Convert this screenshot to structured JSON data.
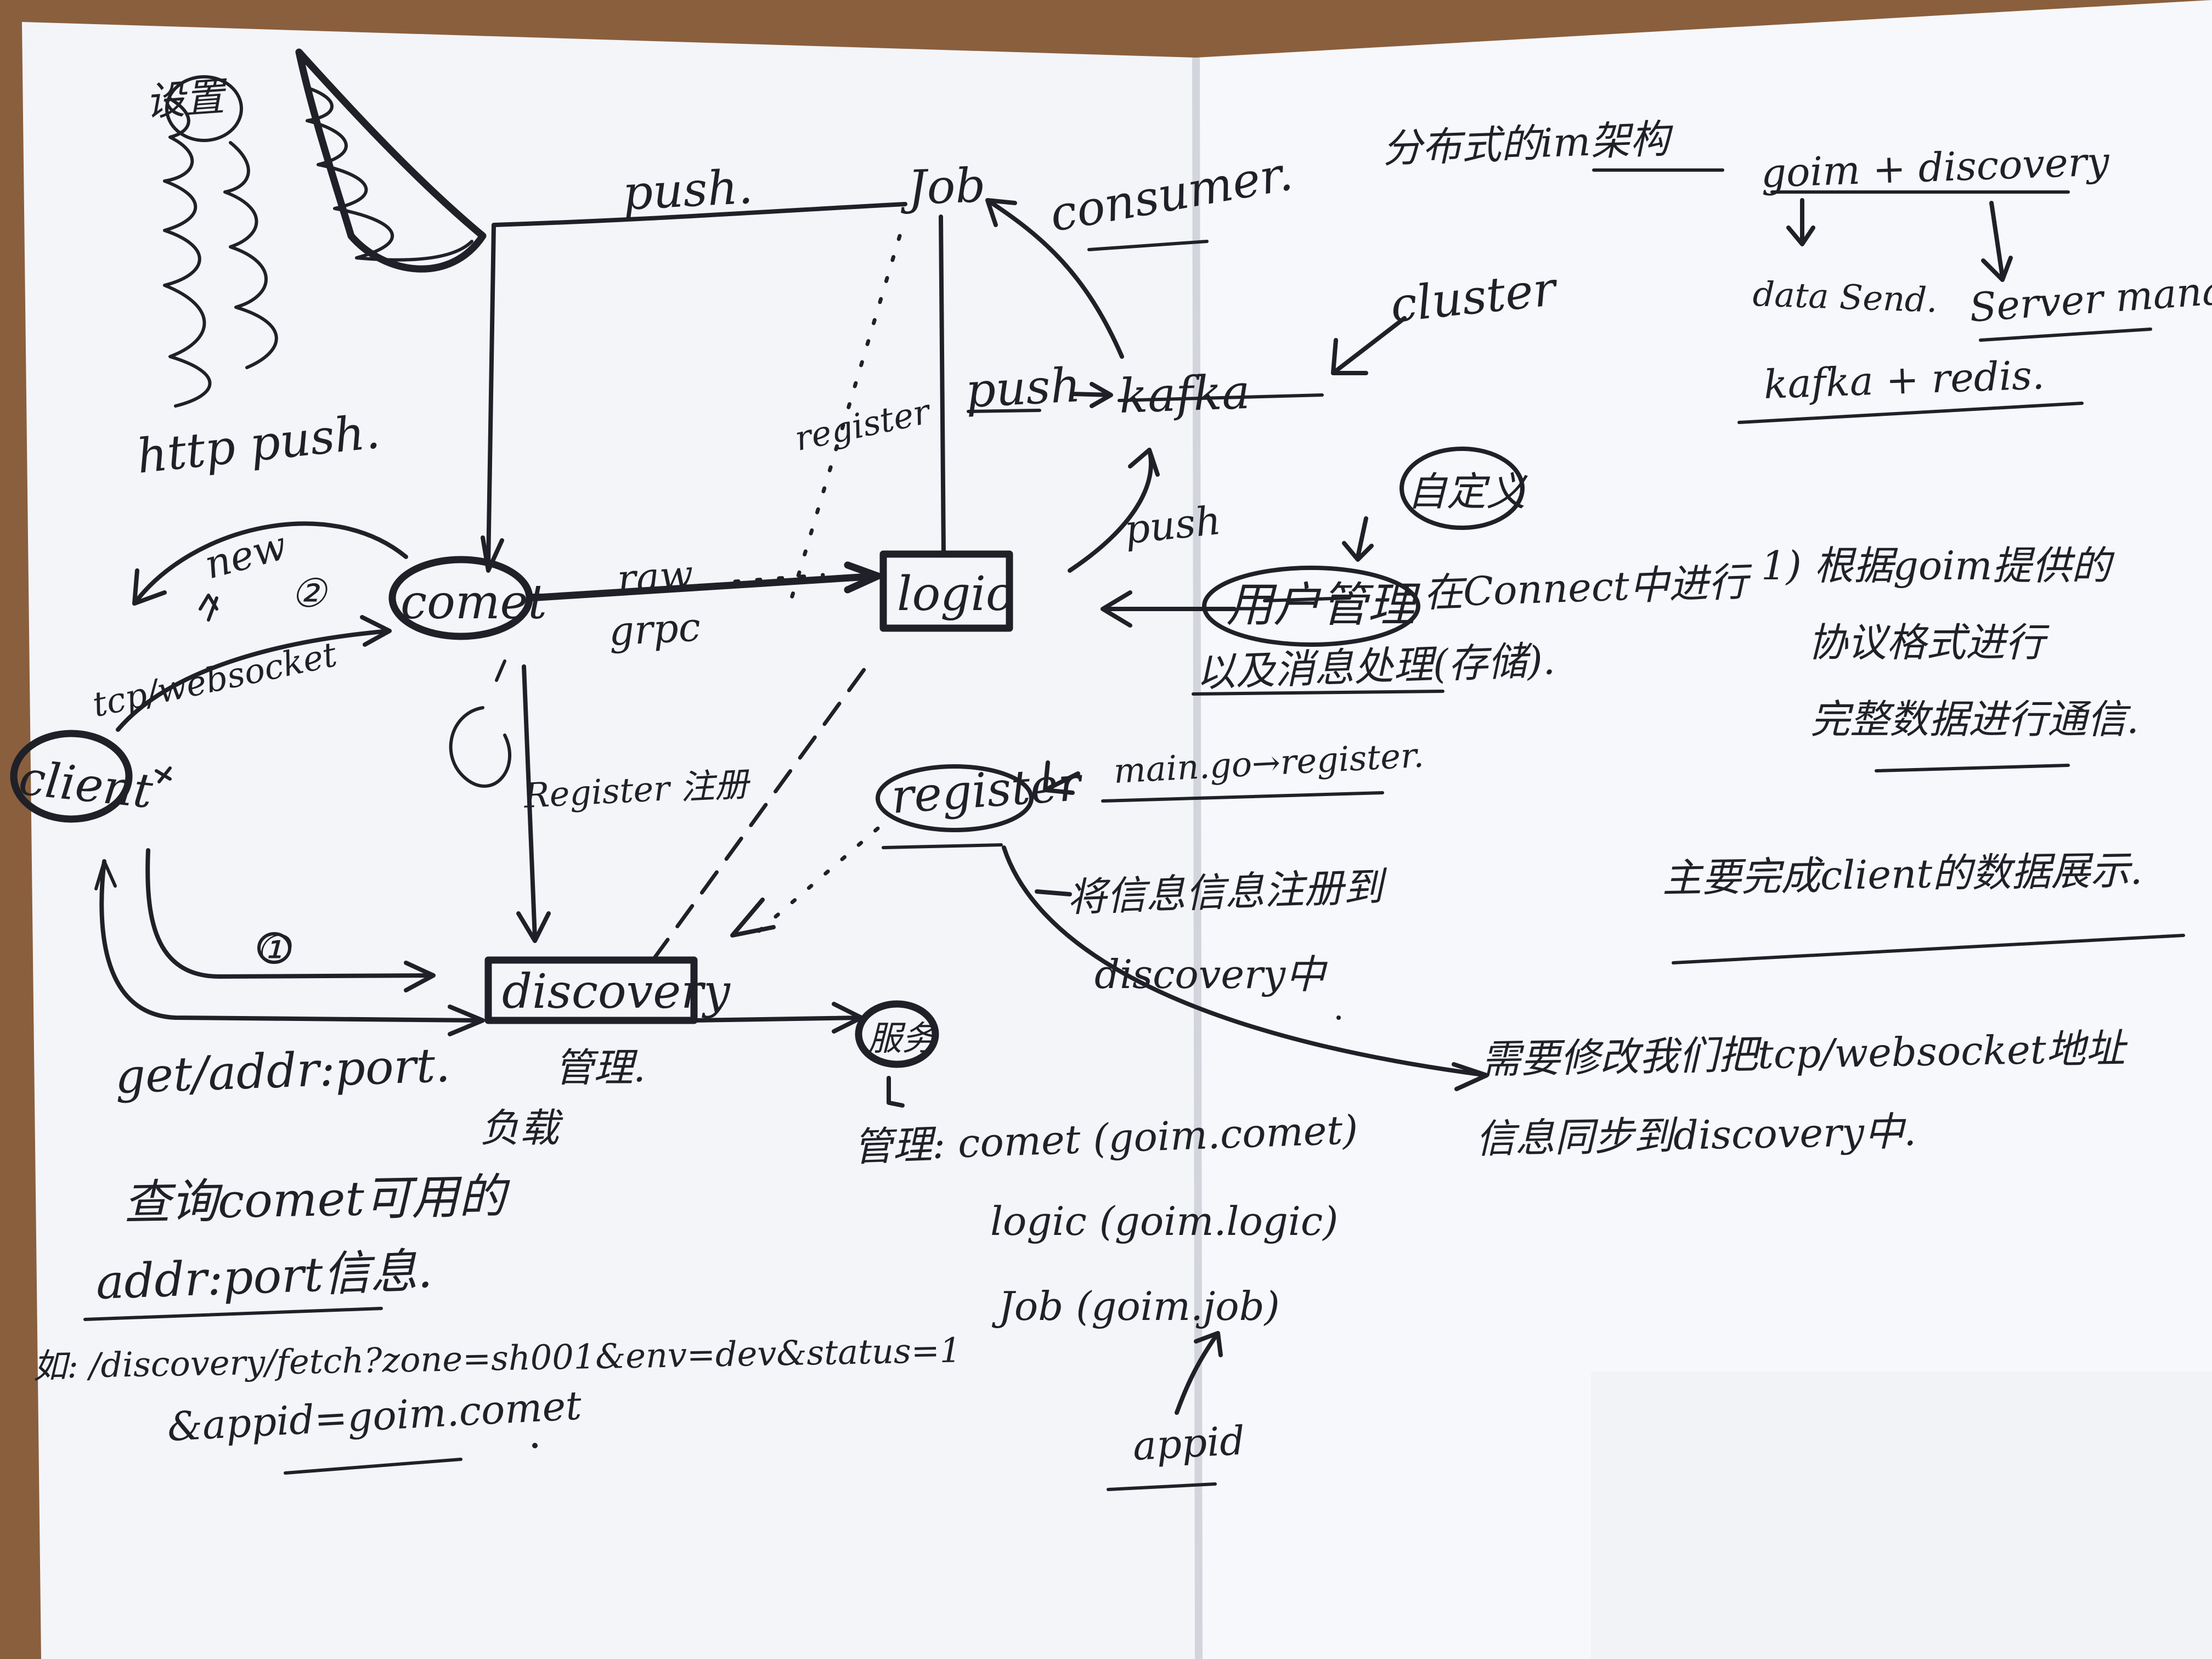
{
  "colors": {
    "paper": "#f7f8fb",
    "paper_shadow": "#d9dbe3",
    "table": "#8a5f3e",
    "ink": "#1f2028"
  },
  "labels": {
    "settings": "设置",
    "http_push": "http push.",
    "push_top": "push.",
    "job": "Job",
    "consumer": "consumer.",
    "cluster": "cluster",
    "push_kafka": "push",
    "kafka": "kafka",
    "register_dotted": "register",
    "push_mid": "push",
    "custom": "自定义",
    "new": "new",
    "circle_2": "②",
    "comet": "comet",
    "raw": "raw",
    "grpc": "grpc",
    "logic": "logic",
    "user_mgmt": "用户管理",
    "in_connect": "在Connect中进行",
    "msg_processing": "以及消息处理(存储).",
    "tcp_websocket": "tcp/websocket",
    "client": "client",
    "register_cn": "Register 注册",
    "register_node": "register",
    "main_go_register": "main.go→register.",
    "circle_1": "①",
    "discovery": "discovery",
    "register_info_1": "将信息信息注册到",
    "register_info_2": "discovery中",
    "get_addr_port": "get/addr:port.",
    "manage": "管理.",
    "load": "负载",
    "query_comet_1": "查询comet可用的",
    "query_comet_2": "addr:port信息.",
    "need_modify_1": "需要修改我们把tcp/websocket地址",
    "need_modify_2": "信息同步到discovery中.",
    "example_1": "如: /discovery/fetch?zone=sh001&env=dev&status=1",
    "example_2": "&appid=goim.comet",
    "service": "服务",
    "mgmt_comet": "管理: comet (goim.comet)",
    "mgmt_logic": "logic (goim.logic)",
    "mgmt_job": "Job (goim.job)",
    "appid": "appid",
    "title": "分布式的im架构",
    "goim_discovery": "goim + discovery",
    "data_send": "data Send.",
    "server_manage": "Server manage",
    "kafka_redis": "kafka + redis.",
    "note_1": "1) 根据goim提供的",
    "note_2": "协议格式进行",
    "note_3": "完整数据进行通信.",
    "main_task": "主要完成client的数据展示."
  }
}
